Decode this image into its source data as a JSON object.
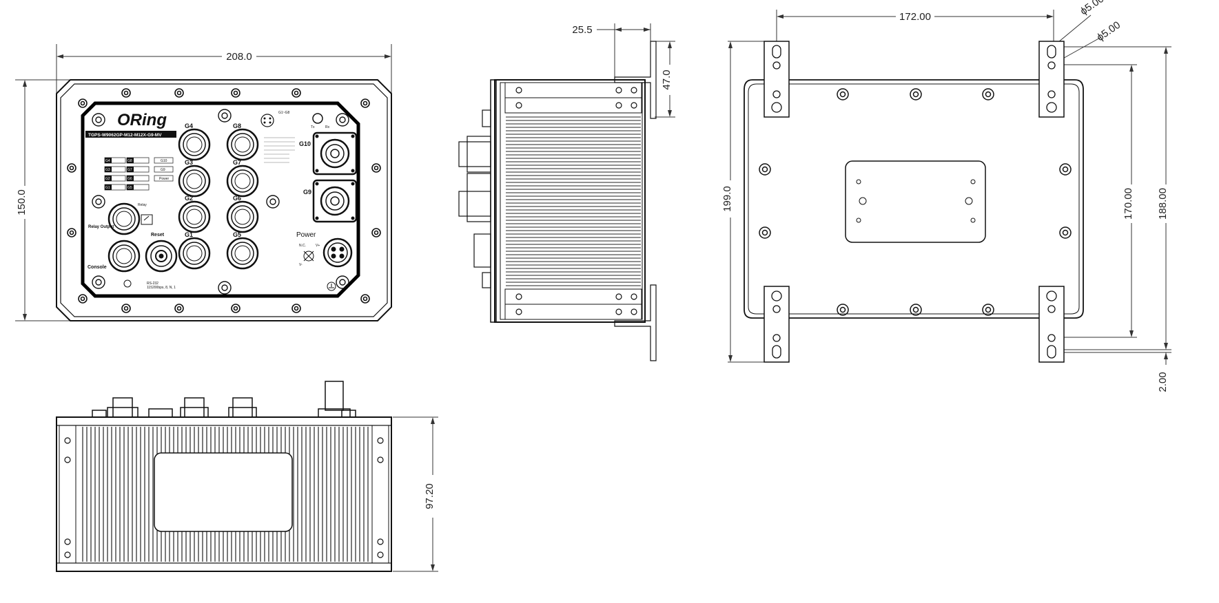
{
  "dimensions": {
    "front_width": "208.0",
    "front_height": "150.0",
    "side_depth": "25.5",
    "side_height": "47.0",
    "rear_width": "172.00",
    "rear_hole1": "ϕ5.00",
    "rear_hole2": "ϕ5.00",
    "rear_height_left": "199.0",
    "rear_height_inner": "170.00",
    "rear_height_outer": "188.00",
    "rear_offset": "2.00",
    "bottom_height": "97.20"
  },
  "front_panel": {
    "brand": "ORing",
    "model": "TGPS-W9062GP-M12-M12X-G9-MV",
    "ports": [
      "G4",
      "G8",
      "G3",
      "G7",
      "G2",
      "G6",
      "G1",
      "G5",
      "G10",
      "G9"
    ],
    "relay_output": "Relay Output",
    "console": "Console",
    "reset": "Reset",
    "power": "Power",
    "relay": "Relay",
    "tx": "Tx",
    "rx": "Rx",
    "power_pins": [
      "N.C.",
      "V+",
      "V-"
    ],
    "led_labels": [
      "G4",
      "G8",
      "G3",
      "G7",
      "G2",
      "G6",
      "G1",
      "G5"
    ],
    "status_labels": [
      "G10",
      "G9",
      "Power"
    ],
    "rs232": "RS-232",
    "rs232_params": "115200bps, 8, N, 1",
    "g_range": "G1~G8"
  }
}
